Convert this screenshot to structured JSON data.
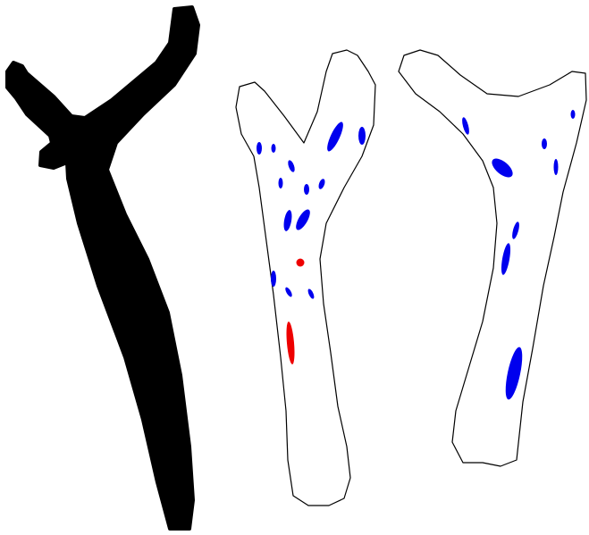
{
  "colors": {
    "background": "#ffffff",
    "silhouette": "#000000",
    "outline": "#000000",
    "marker_primary": "#0000ee",
    "marker_secondary": "#ee0000"
  },
  "panels": [
    {
      "name": "silhouette",
      "style": "filled-black"
    },
    {
      "name": "outline-with-markers-center",
      "style": "outline",
      "marker_colors": [
        "blue",
        "red"
      ]
    },
    {
      "name": "outline-with-markers-right",
      "style": "outline",
      "marker_colors": [
        "blue"
      ]
    }
  ]
}
